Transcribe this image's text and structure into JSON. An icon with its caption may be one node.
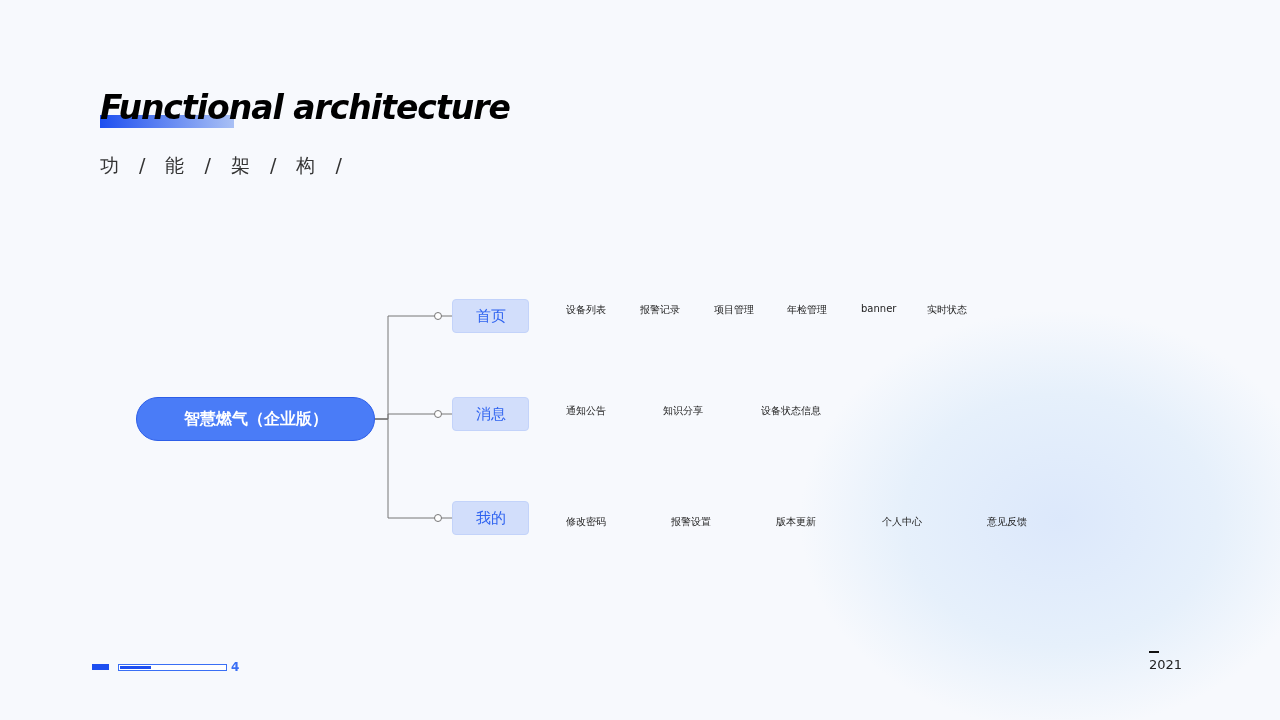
{
  "diagram": {
    "title": "Functional architecture",
    "nodes": [
      {
        "text": [
          "智慧燃气（企业版）"
        ]
      },
      {
        "text": [
          "首页"
        ]
      },
      {
        "text": [
          "消息"
        ]
      },
      {
        "text": [
          "我的"
        ]
      }
    ],
    "edges": [
      {
        "from": 0,
        "to": 1,
        "arrow": "other"
      },
      {
        "from": 0,
        "to": 2,
        "arrow": "other"
      },
      {
        "from": 0,
        "to": 3,
        "arrow": "other"
      }
    ],
    "labels": [
      "功 / 能 / 架 / 构 /",
      "设备列表",
      "报警记录",
      "项目管理",
      "年检管理",
      "banner",
      "实时状态",
      "通知公告",
      "知识分享",
      "设备状态信息",
      "修改密码",
      "报警设置",
      "版本更新",
      "个人中心",
      "意见反馈",
      "4",
      "2021"
    ]
  }
}
